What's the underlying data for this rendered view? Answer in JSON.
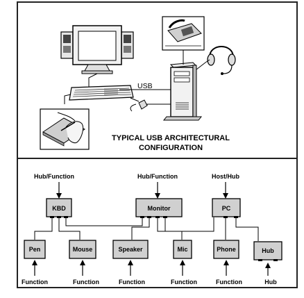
{
  "top_panel": {
    "usb_label": "USB",
    "title_line1": "TYPICAL USB ARCHITECTURAL",
    "title_line2": "CONFIGURATION"
  },
  "bottom_panel": {
    "hubs": {
      "kbd": {
        "label": "KBD",
        "role": "Hub/Function"
      },
      "monitor": {
        "label": "Monitor",
        "role": "Hub/Function"
      },
      "pc": {
        "label": "PC",
        "role": "Host/Hub"
      }
    },
    "devices": {
      "pen": {
        "label": "Pen",
        "role": "Function"
      },
      "mouse": {
        "label": "Mouse",
        "role": "Function"
      },
      "speaker": {
        "label": "Speaker",
        "role": "Function"
      },
      "mic": {
        "label": "Mic",
        "role": "Function"
      },
      "phone": {
        "label": "Phone",
        "role": "Function"
      },
      "hub": {
        "label": "Hub",
        "role": "Hub"
      }
    }
  },
  "colors": {
    "box_fill": "#d0d0d0",
    "line": "#000000",
    "frame": "#222222",
    "background": "#ffffff"
  }
}
